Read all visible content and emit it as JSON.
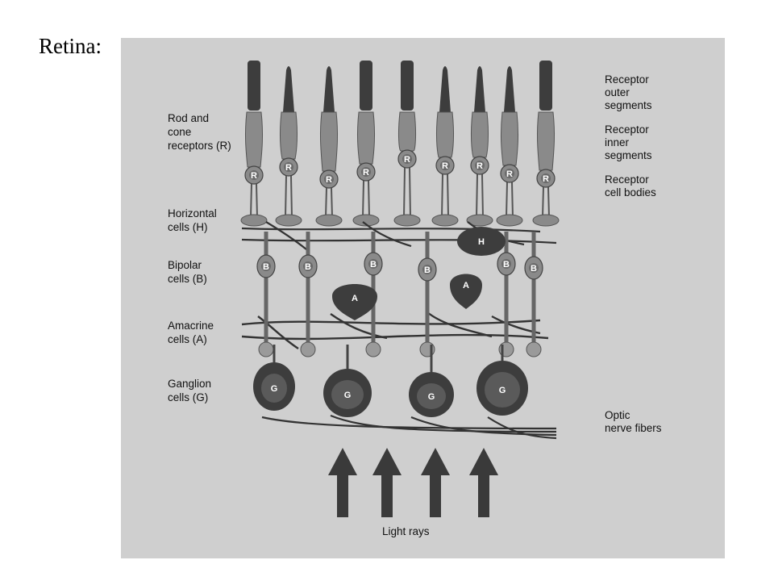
{
  "slide": {
    "title": "Retina:"
  },
  "diagram": {
    "left_labels": {
      "rods_cones": [
        "Rod and",
        "cone",
        "receptors (R)"
      ],
      "horizontal": [
        "Horizontal",
        "cells (H)"
      ],
      "bipolar": [
        "Bipolar",
        "cells (B)"
      ],
      "amacrine": [
        "Amacrine",
        "cells (A)"
      ],
      "ganglion": [
        "Ganglion",
        "cells (G)"
      ]
    },
    "right_labels": {
      "outer": [
        "Receptor",
        "outer",
        "segments"
      ],
      "inner": [
        "Receptor",
        "inner",
        "segments"
      ],
      "bodies": [
        "Receptor",
        "cell bodies"
      ],
      "optic": [
        "Optic",
        "nerve fibers"
      ]
    },
    "bottom_label": "Light rays",
    "cell_letters": {
      "receptor": "R",
      "horizontal": "H",
      "bipolar": "B",
      "amacrine": "A",
      "ganglion": "G"
    },
    "colors": {
      "background": "#cfcfcf",
      "cell_fill": "#8a8a8a",
      "cell_dark": "#3d3d3d",
      "nucleus": "#6a6a6a",
      "arrow": "#3a3a3a"
    }
  }
}
